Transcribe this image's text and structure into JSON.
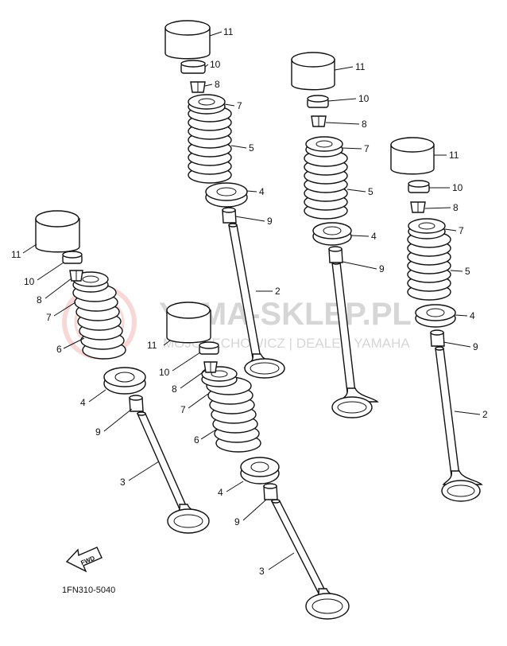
{
  "colors": {
    "ink": "#111111",
    "background": "#ffffff",
    "watermark_text": "#c9c9c9",
    "watermark_logo": "#f3b7b7"
  },
  "watermark": {
    "title": "YAMA-SKLEP.PL",
    "subtitle": "MOJOCECHOWICZ | DEALER YAMAHA",
    "logo_icon": "yamaha-tuning-fork-logo"
  },
  "diagram": {
    "code": "1FN310-5040",
    "fwd_arrow_label": "FWD",
    "fwd_icon": "front-direction-arrow"
  },
  "labels": {
    "n2": "2",
    "n3": "3",
    "n4": "4",
    "n5": "5",
    "n6": "6",
    "n7": "7",
    "n8": "8",
    "n9": "9",
    "n10": "10",
    "n11": "11"
  }
}
